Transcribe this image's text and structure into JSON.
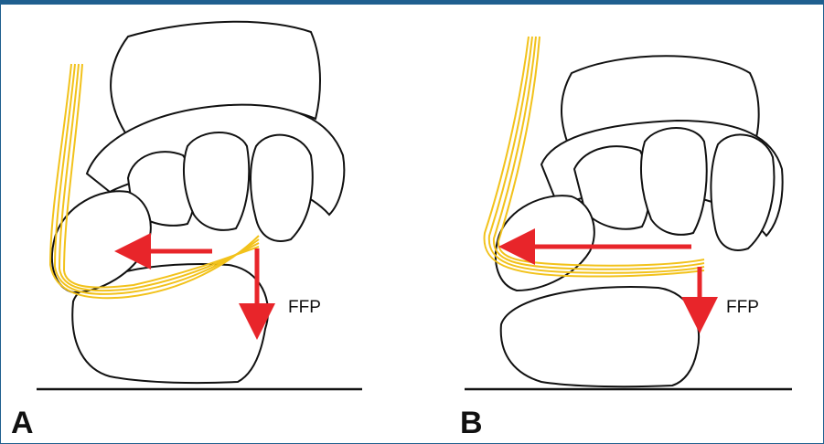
{
  "panels": [
    {
      "letter": "A",
      "force_label": "FFP"
    },
    {
      "letter": "B",
      "force_label": "FFP"
    }
  ],
  "colors": {
    "frame": "#1f5f8f",
    "tendon": "#f2c21b",
    "arrow": "#e8252a",
    "outline": "#111111"
  }
}
